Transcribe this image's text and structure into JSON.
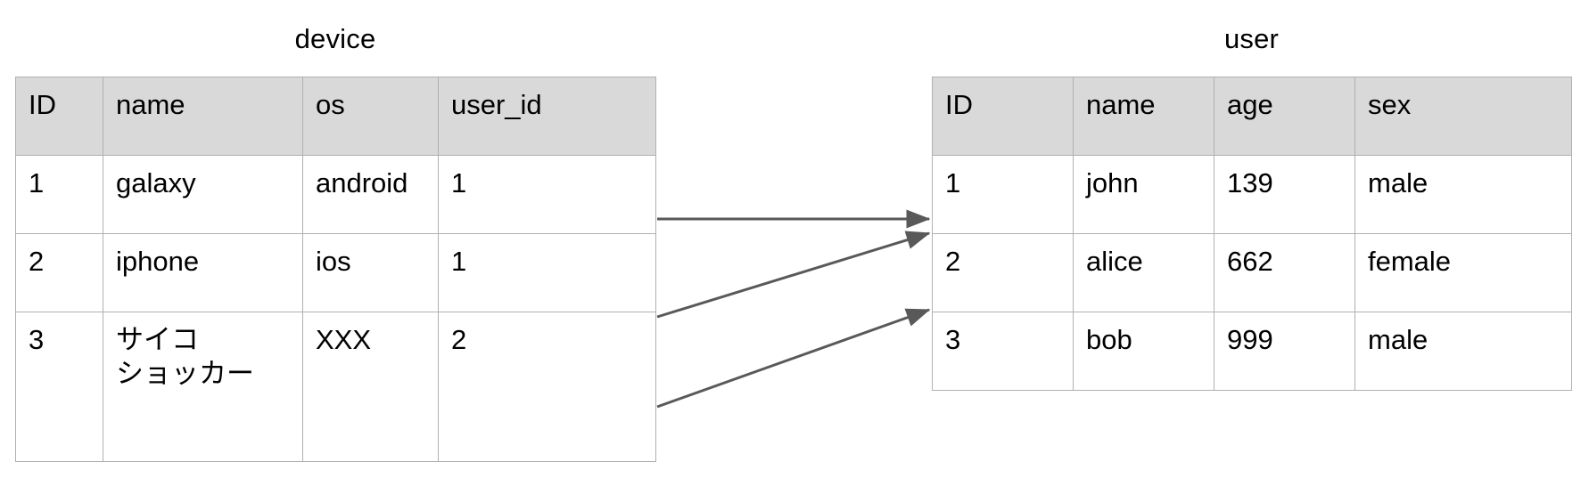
{
  "diagram": {
    "type": "entity-relationship",
    "background": "#ffffff",
    "line_color": "#595959",
    "border_color": "#b0b0b0",
    "header_fill": "#d9d9d9"
  },
  "tables": [
    {
      "id": "device",
      "title": "device",
      "columns": [
        "ID",
        "name",
        "os",
        "user_id"
      ],
      "rows": [
        {
          "ID": "1",
          "name": "galaxy",
          "os": "android",
          "user_id": "1"
        },
        {
          "ID": "2",
          "name": "iphone",
          "os": "ios",
          "user_id": "1"
        },
        {
          "ID": "3",
          "name": "サイコ\nショッカー",
          "os": "XXX",
          "user_id": "2"
        }
      ]
    },
    {
      "id": "user",
      "title": "user",
      "columns": [
        "ID",
        "name",
        "age",
        "sex"
      ],
      "rows": [
        {
          "ID": "1",
          "name": "john",
          "age": "139",
          "sex": "male"
        },
        {
          "ID": "2",
          "name": "alice",
          "age": "662",
          "sex": "female"
        },
        {
          "ID": "3",
          "name": "bob",
          "age": "999",
          "sex": "male"
        }
      ]
    }
  ],
  "relations": [
    {
      "from": "device.row1.user_id",
      "to": "user.row1.ID",
      "label": ""
    },
    {
      "from": "device.row2.user_id",
      "to": "user.row1.ID",
      "label": ""
    },
    {
      "from": "device.row3.user_id",
      "to": "user.row2.ID",
      "label": ""
    }
  ]
}
